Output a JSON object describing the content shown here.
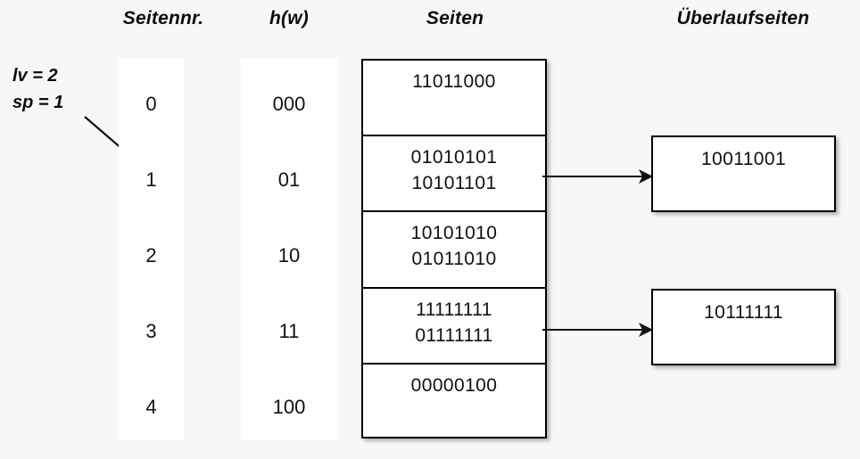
{
  "headers": {
    "seitennr": "Seitennr.",
    "hw": "h(w)",
    "seiten": "Seiten",
    "ueberlaufseiten": "Überlaufseiten"
  },
  "params": {
    "lv": "lv = 2",
    "sp": "sp = 1"
  },
  "rows": [
    {
      "seitennr": "0",
      "hw": "000"
    },
    {
      "seitennr": "1",
      "hw": "01"
    },
    {
      "seitennr": "2",
      "hw": "10"
    },
    {
      "seitennr": "3",
      "hw": "11"
    },
    {
      "seitennr": "4",
      "hw": "100"
    }
  ],
  "pages": [
    {
      "line1": "11011000",
      "line2": ""
    },
    {
      "line1": "01010101",
      "line2": "10101101"
    },
    {
      "line1": "10101010",
      "line2": "01011010"
    },
    {
      "line1": "11111111",
      "line2": "01111111"
    },
    {
      "line1": "00000100",
      "line2": ""
    }
  ],
  "overflow_pages": [
    {
      "value": "10011001"
    },
    {
      "value": "10111111"
    }
  ],
  "colors": {
    "background": "#f7f7f7",
    "cell_background": "#ffffff",
    "stroke": "#000000",
    "text": "#111111"
  }
}
